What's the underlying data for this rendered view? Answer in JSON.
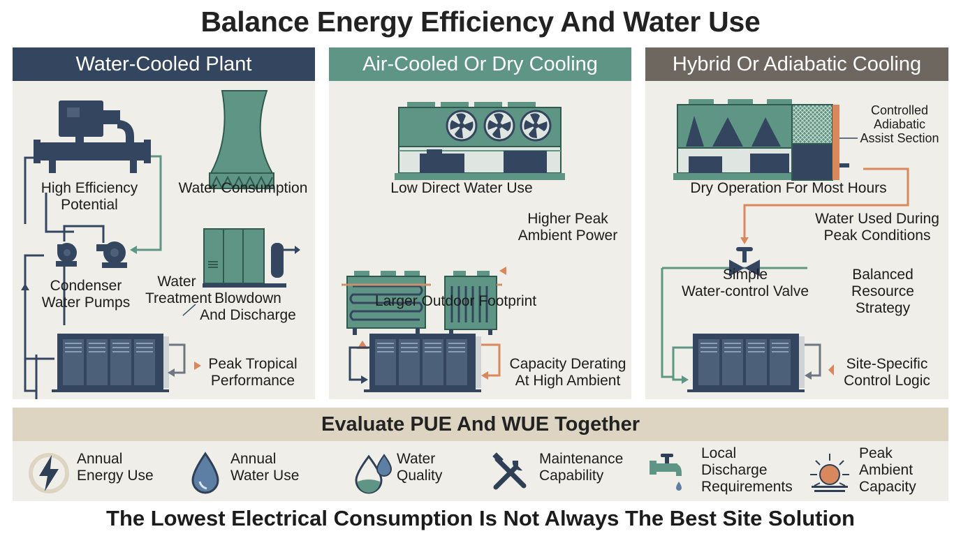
{
  "title": "Balance Energy Efficiency And Water Use",
  "colors": {
    "navy": "#34465f",
    "teal": "#5f9584",
    "taupe": "#6e6760",
    "accent_orange": "#d9875c",
    "panel_bg": "#efeee9",
    "eval_head_bg": "#ddd5c2"
  },
  "panels": {
    "water_cooled": {
      "header": "Water-Cooled Plant",
      "chiller_label_1": "High Efficiency",
      "chiller_label_2": "Potential",
      "tower_label": "Water Consumption",
      "pumps_label_1": "Condenser",
      "pumps_label_2": "Water Pumps",
      "treatment_label_1": "Water",
      "treatment_label_2": "Treatment",
      "blowdown_label_1": "Blowdown",
      "blowdown_label_2": "And Discharge",
      "rack_label_1": "Peak Tropical",
      "rack_label_2": "Performance"
    },
    "air_cooled": {
      "header": "Air-Cooled Or Dry Cooling",
      "unit_label": "Low Direct Water Use",
      "peak_label_1": "Higher Peak",
      "peak_label_2": "Ambient Power",
      "footprint_label": "Larger Outdoor Footprint",
      "rack_label_1": "Capacity Derating",
      "rack_label_2": "At High Ambient"
    },
    "hybrid": {
      "header": "Hybrid Or Adiabatic Cooling",
      "assist_label_1": "Controlled",
      "assist_label_2": "Adiabatic",
      "assist_label_3": "Assist Section",
      "dry_label": "Dry Operation For Most Hours",
      "peak_label_1": "Water Used During",
      "peak_label_2": "Peak Conditions",
      "valve_label_1": "Simple",
      "valve_label_2": "Water-control Valve",
      "balanced_label_1": "Balanced",
      "balanced_label_2": "Resource",
      "balanced_label_3": "Strategy",
      "rack_label_1": "Site-Specific",
      "rack_label_2": "Control Logic"
    }
  },
  "evaluate": {
    "header": "Evaluate PUE And WUE Together",
    "criteria": [
      {
        "icon": "lightning-icon",
        "line1": "Annual",
        "line2": "Energy Use",
        "line3": ""
      },
      {
        "icon": "water-drop-icon",
        "line1": "Annual",
        "line2": "Water Use",
        "line3": ""
      },
      {
        "icon": "water-quality-icon",
        "line1": "Water",
        "line2": "Quality",
        "line3": ""
      },
      {
        "icon": "tools-icon",
        "line1": "Maintenance",
        "line2": "Capability",
        "line3": ""
      },
      {
        "icon": "faucet-icon",
        "line1": "Local",
        "line2": "Discharge",
        "line3": "Requirements"
      },
      {
        "icon": "sun-icon",
        "line1": "Peak",
        "line2": "Ambient",
        "line3": "Capacity"
      }
    ]
  },
  "footer": "The Lowest Electrical Consumption Is Not Always The Best Site Solution"
}
